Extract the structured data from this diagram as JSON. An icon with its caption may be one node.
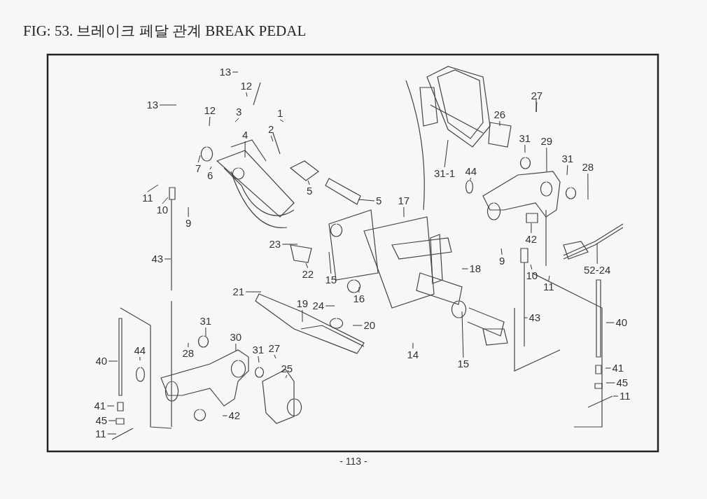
{
  "diagram": {
    "title": "FIG: 53. 브레이크 페달 관계 BREAK PEDAL",
    "nodes": [
      {
        "text": [
          "13"
        ]
      },
      {
        "text": [
          "12"
        ]
      },
      {
        "text": [
          "13"
        ]
      },
      {
        "text": [
          "12"
        ]
      },
      {
        "text": [
          "3"
        ]
      },
      {
        "text": [
          "1"
        ]
      },
      {
        "text": [
          "2"
        ]
      },
      {
        "text": [
          "4"
        ]
      },
      {
        "text": [
          "7"
        ]
      },
      {
        "text": [
          "6"
        ]
      },
      {
        "text": [
          "5"
        ]
      },
      {
        "text": [
          "5"
        ]
      },
      {
        "text": [
          "11"
        ]
      },
      {
        "text": [
          "10"
        ]
      },
      {
        "text": [
          "9"
        ]
      },
      {
        "text": [
          "43"
        ]
      },
      {
        "text": [
          "17"
        ]
      },
      {
        "text": [
          "23"
        ]
      },
      {
        "text": [
          "22"
        ]
      },
      {
        "text": [
          "15"
        ]
      },
      {
        "text": [
          "16"
        ]
      },
      {
        "text": [
          "18"
        ]
      },
      {
        "text": [
          "21"
        ]
      },
      {
        "text": [
          "19"
        ]
      },
      {
        "text": [
          "24"
        ]
      },
      {
        "text": [
          "20"
        ]
      },
      {
        "text": [
          "14"
        ]
      },
      {
        "text": [
          "15"
        ]
      },
      {
        "text": [
          "43"
        ]
      },
      {
        "text": [
          "27"
        ]
      },
      {
        "text": [
          "26"
        ]
      },
      {
        "text": [
          "31"
        ]
      },
      {
        "text": [
          "29"
        ]
      },
      {
        "text": [
          "31"
        ]
      },
      {
        "text": [
          "28"
        ]
      },
      {
        "text": [
          "31-1"
        ]
      },
      {
        "text": [
          "44"
        ]
      },
      {
        "text": [
          "42"
        ]
      },
      {
        "text": [
          "9"
        ]
      },
      {
        "text": [
          "10"
        ]
      },
      {
        "text": [
          "11"
        ]
      },
      {
        "text": [
          "52-24"
        ]
      },
      {
        "text": [
          "40"
        ]
      },
      {
        "text": [
          "41"
        ]
      },
      {
        "text": [
          "45"
        ]
      },
      {
        "text": [
          "11"
        ]
      },
      {
        "text": [
          "31"
        ]
      },
      {
        "text": [
          "28"
        ]
      },
      {
        "text": [
          "30"
        ]
      },
      {
        "text": [
          "31"
        ]
      },
      {
        "text": [
          "27"
        ]
      },
      {
        "text": [
          "25"
        ]
      },
      {
        "text": [
          "40"
        ]
      },
      {
        "text": [
          "44"
        ]
      },
      {
        "text": [
          "41"
        ]
      },
      {
        "text": [
          "45"
        ]
      },
      {
        "text": [
          "11"
        ]
      },
      {
        "text": [
          "42"
        ]
      }
    ],
    "edges": [
      {
        "from": 0,
        "to": null,
        "arrow": "none"
      },
      {
        "from": 1,
        "to": null,
        "arrow": "none"
      },
      {
        "from": 2,
        "to": null,
        "arrow": "none"
      },
      {
        "from": 3,
        "to": null,
        "arrow": "none"
      },
      {
        "from": 4,
        "to": null,
        "arrow": "none"
      },
      {
        "from": 5,
        "to": null,
        "arrow": "none"
      },
      {
        "from": 6,
        "to": null,
        "arrow": "none"
      },
      {
        "from": 7,
        "to": null,
        "arrow": "none"
      },
      {
        "from": 8,
        "to": null,
        "arrow": "none"
      },
      {
        "from": 9,
        "to": null,
        "arrow": "none"
      },
      {
        "from": 10,
        "to": null,
        "arrow": "none"
      },
      {
        "from": 11,
        "to": null,
        "arrow": "none"
      },
      {
        "from": 12,
        "to": null,
        "arrow": "none"
      },
      {
        "from": 13,
        "to": null,
        "arrow": "none"
      },
      {
        "from": 14,
        "to": null,
        "arrow": "none"
      },
      {
        "from": 15,
        "to": null,
        "arrow": "none"
      },
      {
        "from": 16,
        "to": null,
        "arrow": "none"
      },
      {
        "from": 17,
        "to": null,
        "arrow": "none"
      },
      {
        "from": 18,
        "to": null,
        "arrow": "none"
      },
      {
        "from": 19,
        "to": null,
        "arrow": "none"
      },
      {
        "from": 20,
        "to": null,
        "arrow": "none"
      },
      {
        "from": 21,
        "to": null,
        "arrow": "none"
      },
      {
        "from": 22,
        "to": null,
        "arrow": "none"
      },
      {
        "from": 23,
        "to": null,
        "arrow": "none"
      },
      {
        "from": 24,
        "to": null,
        "arrow": "none"
      },
      {
        "from": 25,
        "to": null,
        "arrow": "none"
      },
      {
        "from": 26,
        "to": null,
        "arrow": "none"
      },
      {
        "from": 27,
        "to": null,
        "arrow": "none"
      },
      {
        "from": 28,
        "to": null,
        "arrow": "none"
      },
      {
        "from": 29,
        "to": null,
        "arrow": "none"
      },
      {
        "from": 30,
        "to": null,
        "arrow": "none"
      },
      {
        "from": 31,
        "to": null,
        "arrow": "none"
      },
      {
        "from": 32,
        "to": null,
        "arrow": "none"
      },
      {
        "from": 33,
        "to": null,
        "arrow": "none"
      },
      {
        "from": 34,
        "to": null,
        "arrow": "none"
      },
      {
        "from": 35,
        "to": null,
        "arrow": "none"
      },
      {
        "from": 36,
        "to": null,
        "arrow": "none"
      },
      {
        "from": 37,
        "to": null,
        "arrow": "none"
      },
      {
        "from": 38,
        "to": null,
        "arrow": "none"
      },
      {
        "from": 39,
        "to": null,
        "arrow": "none"
      },
      {
        "from": 40,
        "to": null,
        "arrow": "none"
      },
      {
        "from": 41,
        "to": null,
        "arrow": "none"
      },
      {
        "from": 42,
        "to": null,
        "arrow": "none"
      },
      {
        "from": 43,
        "to": null,
        "arrow": "none"
      },
      {
        "from": 44,
        "to": null,
        "arrow": "none"
      },
      {
        "from": 45,
        "to": null,
        "arrow": "none"
      },
      {
        "from": 46,
        "to": null,
        "arrow": "none"
      },
      {
        "from": 47,
        "to": null,
        "arrow": "none"
      },
      {
        "from": 48,
        "to": null,
        "arrow": "none"
      },
      {
        "from": 49,
        "to": null,
        "arrow": "none"
      },
      {
        "from": 50,
        "to": null,
        "arrow": "none"
      },
      {
        "from": 51,
        "to": null,
        "arrow": "none"
      },
      {
        "from": 52,
        "to": null,
        "arrow": "none"
      },
      {
        "from": 53,
        "to": null,
        "arrow": "none"
      },
      {
        "from": 54,
        "to": null,
        "arrow": "none"
      },
      {
        "from": 55,
        "to": null,
        "arrow": "none"
      },
      {
        "from": 56,
        "to": null,
        "arrow": "none"
      },
      {
        "from": 57,
        "to": null,
        "arrow": "none"
      }
    ],
    "labels": [
      "- 113 -"
    ]
  }
}
